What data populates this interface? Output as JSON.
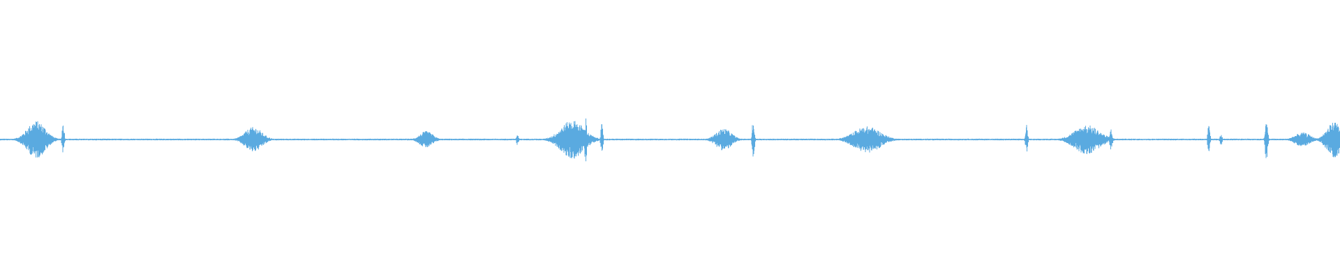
{
  "waveform": {
    "color": "#5aaae0",
    "baseline_amplitude": 0.006,
    "bursts": [
      {
        "position": 0.027,
        "width": 0.012,
        "amplitude": 0.135
      },
      {
        "position": 0.047,
        "width": 0.0012,
        "amplitude": 0.13
      },
      {
        "position": 0.189,
        "width": 0.011,
        "amplitude": 0.09
      },
      {
        "position": 0.318,
        "width": 0.0085,
        "amplitude": 0.06
      },
      {
        "position": 0.386,
        "width": 0.0012,
        "amplitude": 0.04
      },
      {
        "position": 0.427,
        "width": 0.015,
        "amplitude": 0.14
      },
      {
        "position": 0.437,
        "width": 0.0015,
        "amplitude": 0.16
      },
      {
        "position": 0.449,
        "width": 0.0012,
        "amplitude": 0.11
      },
      {
        "position": 0.54,
        "width": 0.01,
        "amplitude": 0.08
      },
      {
        "position": 0.562,
        "width": 0.0013,
        "amplitude": 0.15
      },
      {
        "position": 0.647,
        "width": 0.017,
        "amplitude": 0.095
      },
      {
        "position": 0.766,
        "width": 0.0012,
        "amplitude": 0.11
      },
      {
        "position": 0.811,
        "width": 0.016,
        "amplitude": 0.105
      },
      {
        "position": 0.829,
        "width": 0.0015,
        "amplitude": 0.08
      },
      {
        "position": 0.902,
        "width": 0.0012,
        "amplitude": 0.11
      },
      {
        "position": 0.911,
        "width": 0.0012,
        "amplitude": 0.05
      },
      {
        "position": 0.945,
        "width": 0.0014,
        "amplitude": 0.16
      },
      {
        "position": 0.972,
        "width": 0.01,
        "amplitude": 0.05
      },
      {
        "position": 0.996,
        "width": 0.01,
        "amplitude": 0.13
      }
    ]
  }
}
